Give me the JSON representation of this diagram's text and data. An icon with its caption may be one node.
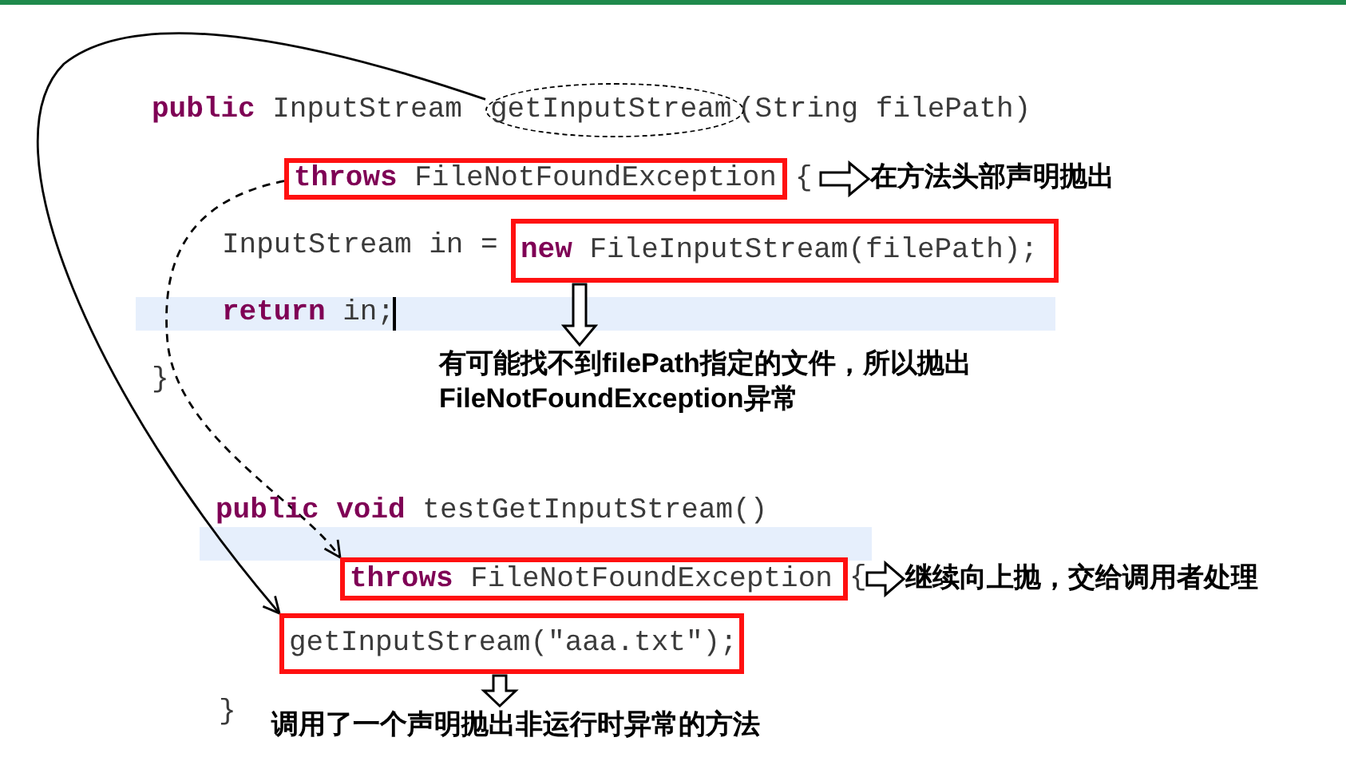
{
  "diagram": {
    "nodes": [
      {
        "text": [
          "getInputStream"
        ]
      },
      {
        "text": [
          "**throws** FileNotFoundException"
        ]
      },
      {
        "text": [
          "在方法头部声明抛出"
        ]
      },
      {
        "text": [
          "**new** FileInputStream(filePath);"
        ]
      },
      {
        "text": [
          "有可能找不到filePath指定的文件，所以抛出 FileNotFoundException异常"
        ]
      },
      {
        "text": [
          "**throws** FileNotFoundException"
        ]
      },
      {
        "text": [
          "继续向上抛，交给调用者处理"
        ]
      },
      {
        "text": [
          "getInputStream(\"aaa.txt\");"
        ]
      },
      {
        "text": [
          "调用了一个声明抛出非运行时异常的方法"
        ]
      }
    ],
    "edges": [
      {
        "from": 0,
        "to": 7,
        "arrow": "to"
      },
      {
        "from": 1,
        "to": 5,
        "arrow": "to",
        "style": "dashed"
      },
      {
        "from": 1,
        "to": 2,
        "arrow": "to"
      },
      {
        "from": 3,
        "to": 4,
        "arrow": "to"
      },
      {
        "from": 5,
        "to": 6,
        "arrow": "to"
      },
      {
        "from": 7,
        "to": 8,
        "arrow": "to"
      }
    ],
    "labels": [
      "**public** InputStream",
      "(String filePath)",
      "{",
      "InputStream in =",
      "**return** in;",
      "}",
      "**public** **void** testGetInputStream()",
      "{",
      "}"
    ]
  }
}
